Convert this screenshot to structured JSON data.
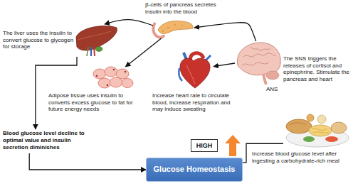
{
  "diagram": {
    "nodes": [
      {
        "text": [
          "β-cells of pancreas secretes insulin into the blood"
        ]
      },
      {
        "text": [
          "The liver uses the insulin to convert glucose to glycogen for storage"
        ]
      },
      {
        "text": [
          "Adipose tissue uses insulin to converts excess glucose to fat for future energy needs"
        ]
      },
      {
        "text": [
          "Increase heart rate to circulate blood, increase respiration and may induce sweating"
        ]
      },
      {
        "text": [
          "ANS",
          "The SNS triggers the releases of cortisol and epinephrine. Stimulate the pancreas and heart"
        ]
      },
      {
        "text": [
          "Blood glucose level decline to optimal value and insulin secretion diminishes"
        ]
      },
      {
        "text": [
          "Glucose Homeostasis"
        ]
      },
      {
        "text": [
          "HIGH"
        ]
      },
      {
        "text": [
          "Increase blood glucose level after ingesting a carbohydrate-rich meal"
        ]
      }
    ],
    "edges": [
      {
        "from": 4,
        "to": 0,
        "arrow": "to"
      },
      {
        "from": 4,
        "to": 3,
        "arrow": "to"
      },
      {
        "from": 0,
        "to": 1,
        "arrow": "to"
      },
      {
        "from": 0,
        "to": 2,
        "arrow": "to"
      },
      {
        "from": 1,
        "to": 5,
        "arrow": "to"
      },
      {
        "from": 5,
        "to": 6,
        "arrow": "to"
      },
      {
        "from": 8,
        "to": 6,
        "arrow": "none"
      }
    ]
  }
}
